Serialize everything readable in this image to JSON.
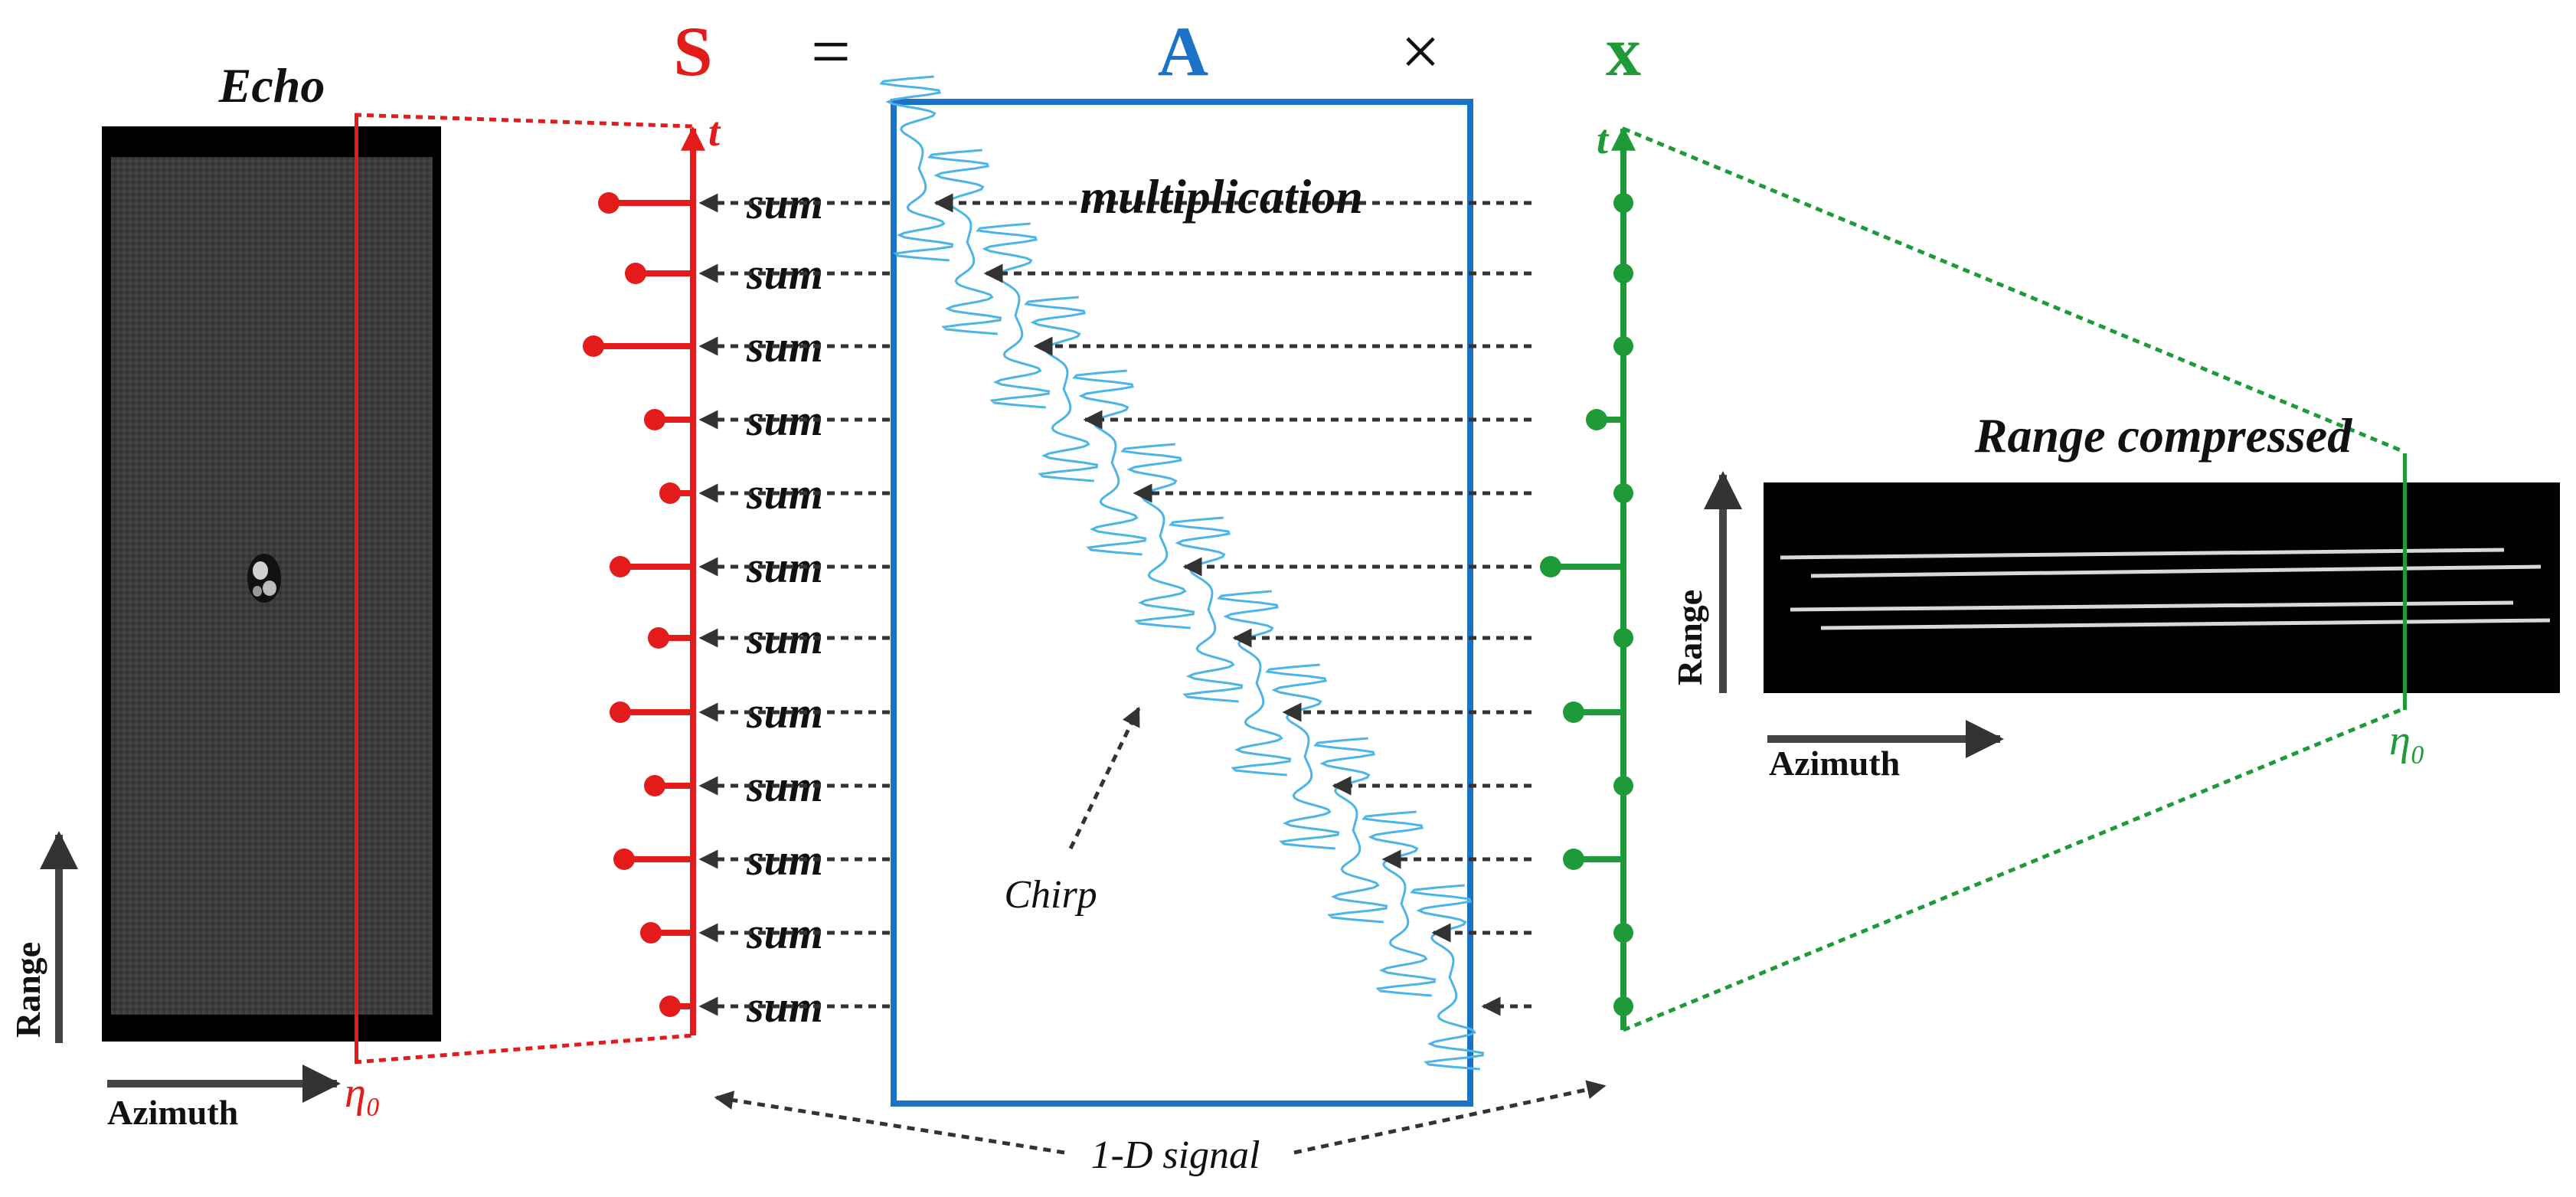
{
  "equation": {
    "lhs": "S",
    "equals": "=",
    "matrix": "A",
    "times": "×",
    "vector": "x"
  },
  "colors": {
    "echo": "#e31b1b",
    "matrix": "#1a73c7",
    "vector": "#1e9a38",
    "chirp": "#4db5e5",
    "arrow": "#333333"
  },
  "echo_panel": {
    "title": "Echo",
    "range_label": "Range",
    "azimuth_label": "Azimuth",
    "eta_label": "η₀"
  },
  "echo_axis": {
    "label": "t",
    "sum_label": "sum",
    "stem_lengths": [
      110,
      75,
      130,
      50,
      30,
      95,
      45,
      95,
      50,
      90,
      55,
      30
    ]
  },
  "matrix_panel": {
    "multiplication_label": "multiplication",
    "chirp_label": "Chirp"
  },
  "vector_axis": {
    "label": "t",
    "stem_lengths": [
      0,
      0,
      0,
      35,
      0,
      95,
      0,
      65,
      0,
      65,
      0,
      0
    ]
  },
  "compressed_panel": {
    "title": "Range compressed",
    "range_label": "Range",
    "azimuth_label": "Azimuth",
    "eta_label": "η₀"
  },
  "signal_label": "1-D signal",
  "icons": {
    "direction": "arrow-icon"
  }
}
